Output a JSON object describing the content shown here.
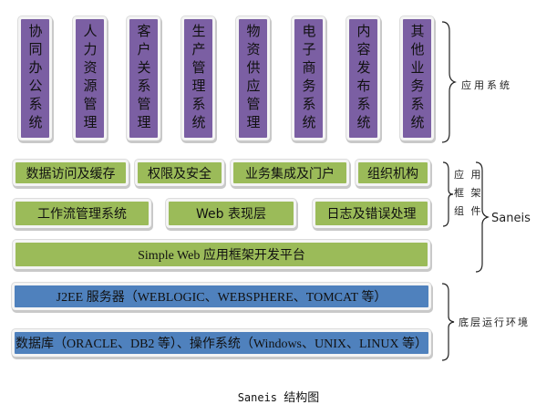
{
  "application_systems": [
    {
      "label": "协同办公系统"
    },
    {
      "label": "人力资源管理"
    },
    {
      "label": "客户关系管理"
    },
    {
      "label": "生产管理系统"
    },
    {
      "label": "物资供应管理"
    },
    {
      "label": "电子商务系统"
    },
    {
      "label": "内容发布系统"
    },
    {
      "label": "其他业务系统"
    }
  ],
  "framework_components": {
    "row1": [
      "数据访问及缓存",
      "权限及安全",
      "业务集成及门户",
      "组织机构"
    ],
    "row2": [
      "工作流管理系统",
      "Web 表现层",
      "日志及错误处理"
    ]
  },
  "platform": "Simple Web 应用框架开发平台",
  "runtime": {
    "server": "J2EE 服务器（WEBLOGIC、WEBSPHERE、TOMCAT 等）",
    "database_os": "数据库（ORACLE、DB2 等）、操作系统（Windows、UNIX、LINUX 等）"
  },
  "brace_labels": {
    "application_systems": "应用系统",
    "framework_components_lines": [
      "应 用",
      "框 架",
      "组 件"
    ],
    "saneis": "Saneis",
    "runtime": "底层运行环境"
  },
  "caption": {
    "latin": "Saneis",
    "chinese": "结构图"
  },
  "colors": {
    "app": "#7b5fa3",
    "framework": "#9bbb59",
    "runtime": "#4f81bd"
  }
}
